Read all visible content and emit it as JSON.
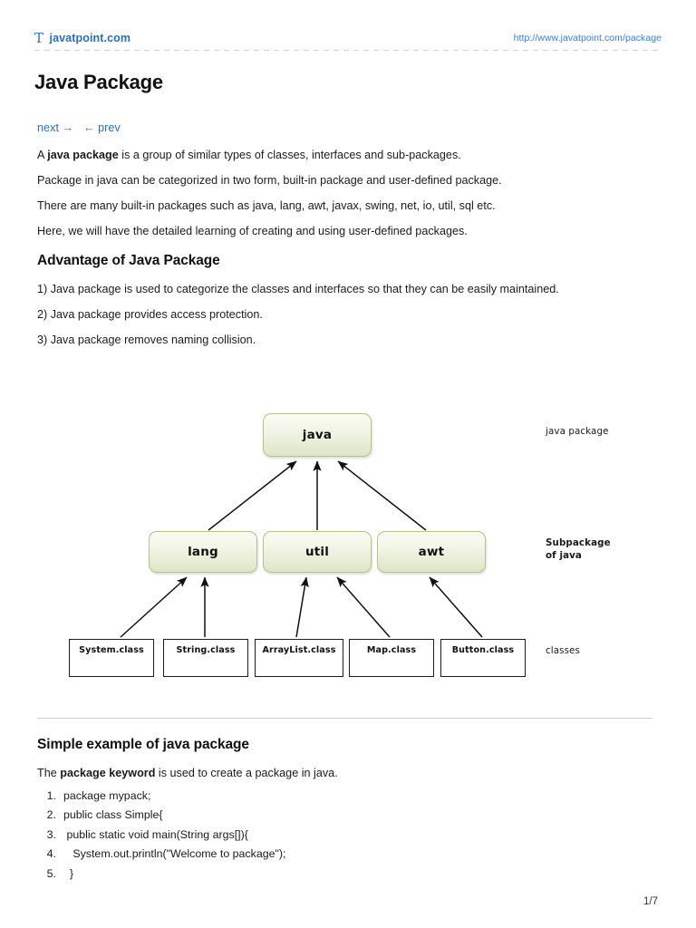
{
  "header": {
    "brand_mark": "T",
    "brand_name": "javatpoint.com",
    "url": "http://www.javatpoint.com/package"
  },
  "page_title": "Java Package",
  "nav": {
    "next_label": "next →",
    "prev_label": "← prev"
  },
  "intro": {
    "p1_prefix": "A ",
    "p1_bold": "java package",
    "p1_suffix": " is a group of similar types of classes, interfaces and sub-packages.",
    "p2": "Package in java can be categorized in two form, built-in package and user-defined package.",
    "p3": "There are many built-in packages such as java, lang, awt, javax, swing, net, io, util, sql etc.",
    "p4": "Here, we will have the detailed learning of creating and using user-defined packages."
  },
  "advantage": {
    "heading": "Advantage of Java Package",
    "items": [
      "1) Java package is used to categorize the classes and interfaces so that they can be easily maintained.",
      "2) Java package provides access protection.",
      "3) Java package removes naming collision."
    ]
  },
  "diagram": {
    "root": "java",
    "subpackages": [
      "lang",
      "util",
      "awt"
    ],
    "classes": [
      "System.class",
      "String.class",
      "ArrayList.class",
      "Map.class",
      "Button.class"
    ],
    "labels": {
      "root_label": "java package",
      "sub_label_line1": "Subpackage",
      "sub_label_line2": "of java",
      "class_label": "classes"
    },
    "colors": {
      "node_fill_top": "#fbfcf5",
      "node_fill_bottom": "#dde5c5",
      "node_border": "#b3c389",
      "leaf_border": "#1c1c1c",
      "arrow": "#111111"
    }
  },
  "example": {
    "heading": "Simple example of java package",
    "lead_prefix": "The ",
    "lead_bold": "package keyword",
    "lead_suffix": " is used to create a package in java.",
    "code": [
      {
        "num": "1.",
        "text": "package mypack;"
      },
      {
        "num": "2.",
        "text": "public class Simple{"
      },
      {
        "num": "3.",
        "text": " public static void main(String args[]){"
      },
      {
        "num": "4.",
        "text": "   System.out.println(\"Welcome to package\");"
      },
      {
        "num": "5.",
        "text": "  }"
      }
    ]
  },
  "footer": {
    "page_indicator": "1/7"
  }
}
